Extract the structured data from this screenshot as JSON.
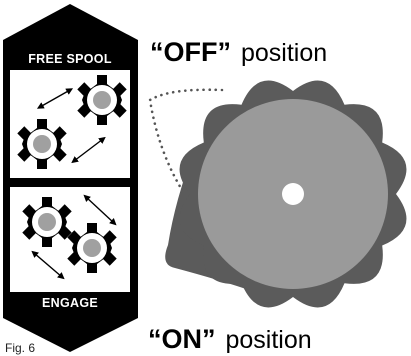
{
  "label": {
    "top_band": "FREE SPOOL",
    "bottom_band": "ENGAGE",
    "figure": "Fig. 6"
  },
  "off_position": {
    "quoted": "“OFF”",
    "text": "position"
  },
  "on_position": {
    "quoted": "“ON”",
    "text": "position"
  },
  "colors": {
    "knob_outer": "#5b5b5b",
    "knob_face": "#9a9a9a",
    "knob_hub": "#ffffff",
    "label_bg": "#000000",
    "gear_hub": "#a0a0a0",
    "dotted_path": "#555555"
  },
  "icons": [
    "gear-icon",
    "double-arrow-icon"
  ]
}
